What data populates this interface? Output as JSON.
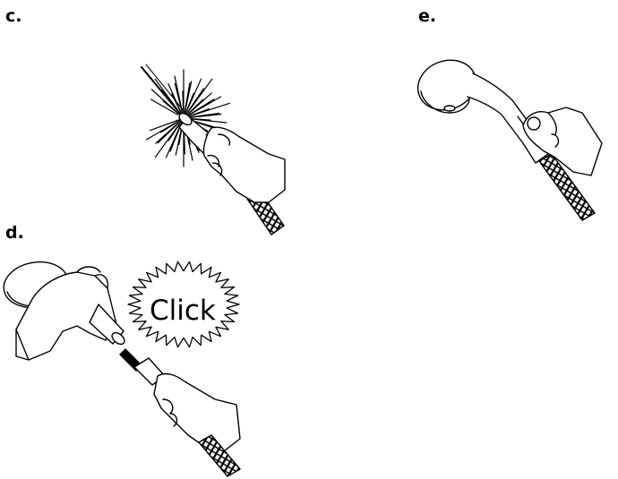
{
  "steps": [
    {
      "id": "c",
      "label": "c."
    },
    {
      "id": "e",
      "label": "e."
    },
    {
      "id": "d",
      "label": "d."
    }
  ],
  "sound_effect": "Click",
  "icons": [
    "cleaning-brush-icon",
    "handheld-shower-head-icon",
    "hand-icon",
    "hose-icon",
    "click-burst-icon"
  ],
  "colors": {
    "line": "#000000",
    "background": "#ffffff"
  }
}
